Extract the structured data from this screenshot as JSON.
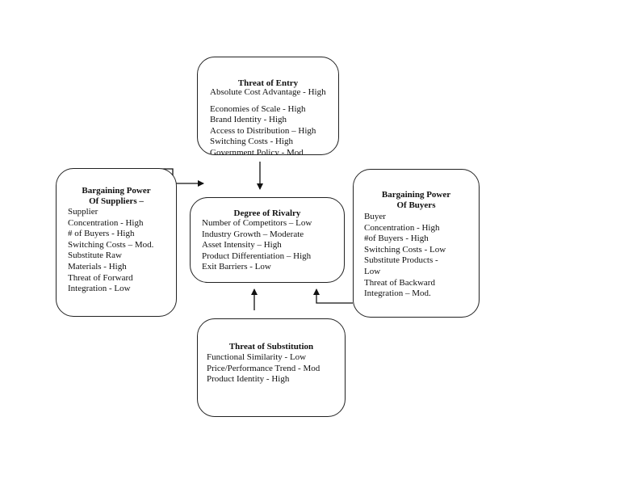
{
  "threat_of_entry": {
    "title": "Threat of Entry",
    "items": [
      "Absolute Cost Advantage - High",
      "Economies of Scale - High",
      "Brand Identity - High",
      "Access to Distribution – High",
      "Switching Costs - High",
      "Government Policy - Mod"
    ]
  },
  "suppliers": {
    "title_line1": "Bargaining Power",
    "title_line2": "Of Suppliers –",
    "items": [
      "Supplier",
      "Concentration - High",
      "# of Buyers - High",
      "Switching Costs – Mod.",
      "Substitute Raw",
      "Materials - High",
      "Threat of Forward",
      "Integration - Low"
    ]
  },
  "rivalry": {
    "title": "Degree of Rivalry",
    "items": [
      "Number of Competitors – Low",
      "Industry Growth – Moderate",
      "Asset Intensity – High",
      "Product Differentiation – High",
      "Exit Barriers - Low"
    ]
  },
  "buyers": {
    "title_line1": "Bargaining Power",
    "title_line2": "Of Buyers",
    "items": [
      "Buyer",
      "Concentration - High",
      "#of Buyers - High",
      "Switching Costs - Low",
      "Substitute Products -",
      "Low",
      "Threat of Backward",
      "Integration – Mod."
    ]
  },
  "substitution": {
    "title": "Threat of Substitution",
    "items": [
      "Functional Similarity - Low",
      "Price/Performance Trend -  Mod",
      "Product Identity - High"
    ]
  }
}
